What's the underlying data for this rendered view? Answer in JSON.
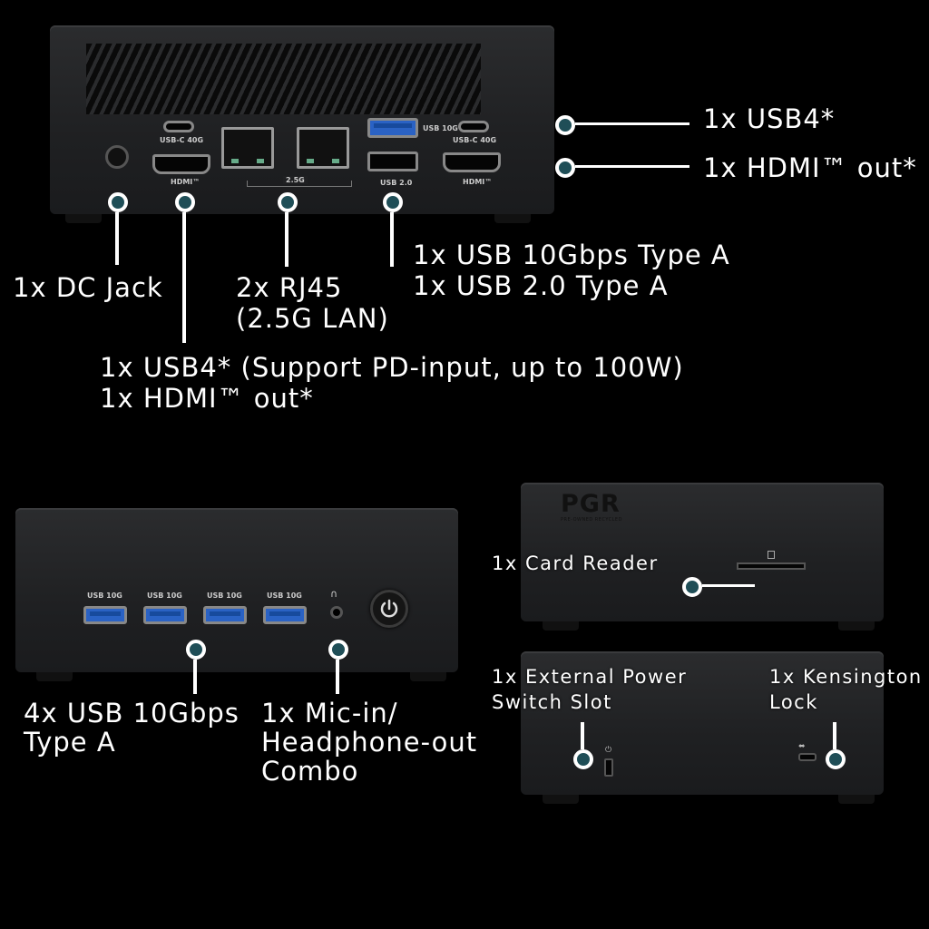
{
  "rear": {
    "port_labels": {
      "usbc_40g_left": "USB-C 40G",
      "hdmi_left": "HDMI™",
      "lan": "2.5G",
      "usb_10g": "USB 10G",
      "usb_20": "USB 2.0",
      "usbc_40g_right": "USB-C 40G",
      "hdmi_right": "HDMI™"
    },
    "callouts": {
      "usb4_right": "1x USB4*",
      "hdmi_right": "1x HDMI™ out*",
      "dc_jack": "1x DC Jack",
      "rj45": "2x RJ45\n(2.5G LAN)",
      "usb_a": "1x USB 10Gbps Type A\n1x USB 2.0 Type A",
      "usb4_left": "1x USB4* (Support PD-input, up to 100W)\n1x HDMI™ out*"
    }
  },
  "front": {
    "port_labels": [
      "USB 10G",
      "USB 10G",
      "USB 10G",
      "USB 10G"
    ],
    "callouts": {
      "usb": "4x USB 10Gbps\nType A",
      "audio": "1x Mic-in/\nHeadphone-out\nCombo"
    }
  },
  "side_top": {
    "logo": "PGR",
    "logo_sub": "PRE-OWNED RECYCLED",
    "callout": "1x Card Reader"
  },
  "side_bottom": {
    "callouts": {
      "power_switch": "1x External Power\nSwitch Slot",
      "kensington": "1x Kensington\nLock"
    }
  },
  "colors": {
    "background": "#000000",
    "dot_fill": "#1f4e57",
    "usb_blue": "#2a62c4"
  }
}
